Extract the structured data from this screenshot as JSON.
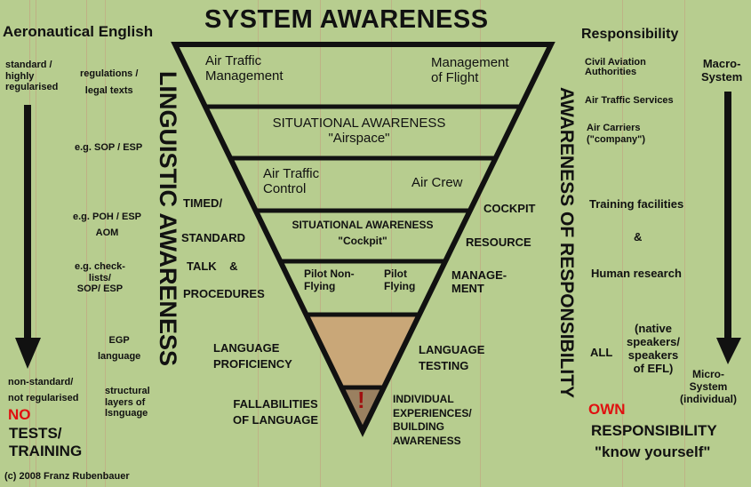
{
  "title": "SYSTEM  AWARENESS",
  "left": {
    "heading": "Aeronautical English",
    "top_label": "standard /\nhighly\nregularised",
    "bottom_label": "non-standard/\nnot regularised",
    "no": "NO",
    "tests_training": "TESTS/\nTRAINING",
    "copyright": "(c) 2008 Franz Rubenbauer",
    "examples": [
      "regulations /\nlegal texts",
      "e.g. SOP / ESP",
      "e.g. POH / ESP\nAOM",
      "e.g. check-\nlists/\nSOP/ ESP",
      "EGP\nlanguage",
      "structural\nlayers of\nlsnguage"
    ],
    "vertical": "LINGUISTIC AWARENESS"
  },
  "right": {
    "heading": "Responsibility",
    "items": [
      "Civil Aviation\nAuthorities",
      "Air Traffic Services",
      "Air Carriers\n(\"company\")",
      "Training facilities",
      "&",
      "Human research",
      "ALL",
      "(native\nspeakers/\nspeakers\nof EFL)"
    ],
    "macro": "Macro-\nSystem",
    "micro": "Micro-\nSystem\n(individual)",
    "own": "OWN",
    "responsibility": "RESPONSIBILITY",
    "know": "\"know yourself\"",
    "vertical": "AWARENESS OF RESPONSIBILITY"
  },
  "triangle": {
    "atm": "Air Traffic\nManagement",
    "mof": "Management\nof Flight",
    "sa_airspace": "SITUATIONAL AWARENESS\n\"Airspace\"",
    "atc": "Air Traffic\nControl",
    "aircrew": "Air Crew",
    "sa_cockpit": "SITUATIONAL AWARENESS\n\"Cockpit\"",
    "pnf": "Pilot Non-\nFlying",
    "pf": "Pilot\nFlying",
    "exclaim": "!"
  },
  "side": {
    "timed": "TIMED/",
    "standard": "STANDARD",
    "talk": "TALK    &",
    "procedures": "PROCEDURES",
    "cockpit": "COCKPIT",
    "resource": "RESOURCE",
    "management": "MANAGE-\nMENT",
    "lang_prof": "LANGUAGE\nPROFICIENCY",
    "lang_test": "LANGUAGE\nTESTING",
    "fallab": "FALLABILITIES\nOF LANGUAGE",
    "individual": "INDIVIDUAL\nEXPERIENCES/\nBUILDING\nAWARENESS"
  },
  "colors": {
    "background": "#b7cd8f",
    "tan": "#c9a778",
    "brown": "#9a8060",
    "red": "#e01010",
    "dark_red": "#a01010"
  }
}
